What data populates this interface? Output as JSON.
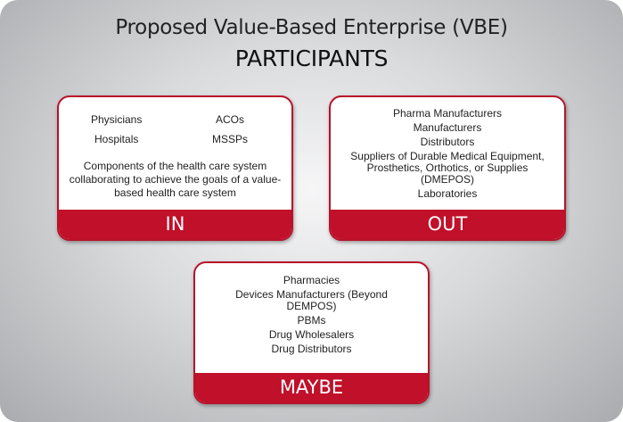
{
  "title_line1": "Proposed Value-Based Enterprise (VBE)",
  "title_line2": "PARTICIPANTS",
  "in_card": {
    "items": [
      "Physicians",
      "ACOs",
      "Hospitals",
      "MSSPs"
    ],
    "description": "Components of the health care system collaborating to achieve the goals of a value-based health care system",
    "label": "IN"
  },
  "out_card": {
    "items": [
      "Pharma Manufacturers",
      "Manufacturers",
      "Distributors",
      "Suppliers of Durable Medical Equipment, Prosthetics, Orthotics, or Supplies (DMEPOS)",
      "Laboratories"
    ],
    "label": "OUT"
  },
  "maybe_card": {
    "items": [
      "Pharmacies",
      "Devices Manufacturers (Beyond DEMPOS)",
      "PBMs",
      "Drug Wholesalers",
      "Drug Distributors"
    ],
    "label": "MAYBE"
  },
  "colors": {
    "accent_red": "#c0102a",
    "border_red": "#b8132a",
    "background_gray": "#d9dadc"
  }
}
